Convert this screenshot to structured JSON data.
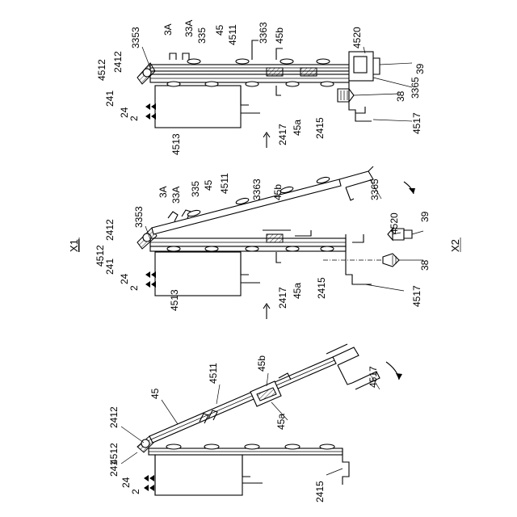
{
  "figure": {
    "labels": {
      "x1": "X1",
      "x2": "X2"
    },
    "panel_left": {
      "refs": [
        "4512",
        "2412",
        "45",
        "4511",
        "45b",
        "4517",
        "241",
        "24",
        "2",
        "45a",
        "2415"
      ]
    },
    "panel_middle": {
      "refs": [
        "3353",
        "3A",
        "33A",
        "335",
        "45",
        "4511",
        "3363",
        "45b",
        "3365",
        "2412",
        "4512",
        "241",
        "24",
        "2",
        "4513",
        "2417",
        "45a",
        "2415",
        "4520",
        "39",
        "38",
        "4517"
      ]
    },
    "panel_right": {
      "refs": [
        "3353",
        "3A",
        "33A",
        "335",
        "45",
        "4511",
        "3363",
        "45b",
        "4520",
        "2412",
        "4512",
        "39",
        "241",
        "24",
        "2",
        "3365",
        "38",
        "4513",
        "2417",
        "45a",
        "2415",
        "4517"
      ]
    }
  }
}
